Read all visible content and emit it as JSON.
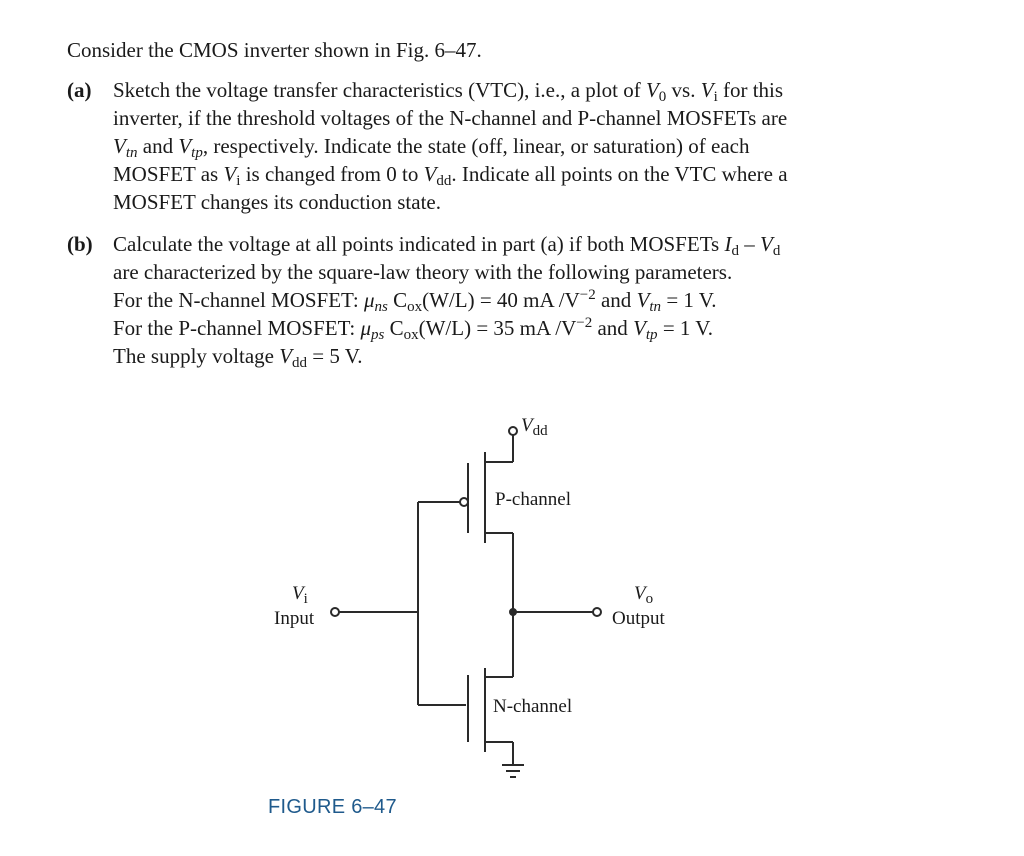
{
  "problem": {
    "intro": "Consider the CMOS inverter shown in Fig. 6–47.",
    "part_a": {
      "label": "(a)",
      "l1_t1": "Sketch the voltage transfer characteristics (VTC), i.e., a plot of ",
      "l1_v": "V",
      "l1_vsub": "0",
      "l1_t2": " vs. ",
      "l1_v2": "V",
      "l1_v2sub": "i",
      "l1_t3": " for this",
      "l2": "inverter, if the threshold voltages of the N-channel and P-channel MOSFETs are",
      "l3_v": "V",
      "l3_vsub": "tn",
      "l3_t1": " and ",
      "l3_v2": "V",
      "l3_v2sub": "tp",
      "l3_t2": ", respectively. Indicate the state (off, linear, or saturation) of each",
      "l4_t1": "MOSFET as ",
      "l4_v": "V",
      "l4_vsub": "i",
      "l4_t2": " is changed from 0 to ",
      "l4_v2": "V",
      "l4_v2sub": "dd",
      "l4_t3": ". Indicate all points on the VTC where a",
      "l5": "MOSFET changes its conduction state."
    },
    "part_b": {
      "label": "(b)",
      "l1_t1": "Calculate the voltage at all points indicated in part (a) if both MOSFETs ",
      "l1_i": "I",
      "l1_isub": "d",
      "l1_dash": " – ",
      "l1_v": "V",
      "l1_vsub": "d",
      "l2": "are characterized by the square-law theory with the following parameters.",
      "l3_t1": "For the N-channel MOSFET: ",
      "l3_mu": "μ",
      "l3_musub": "ns",
      "l3_c": " C",
      "l3_csub": "ox",
      "l3_wl": "(W/L)",
      "l3_t2": " = 40 mA /V",
      "l3_sup": "−2",
      "l3_t3": " and ",
      "l3_v": "V",
      "l3_vsub": "tn",
      "l3_t4": " = 1 V.",
      "l4_t1": "For the P-channel MOSFET: ",
      "l4_mu": "μ",
      "l4_musub": "ps",
      "l4_c": " C",
      "l4_csub": "ox",
      "l4_wl": "(W/L)",
      "l4_t2": " = 35 mA /V",
      "l4_sup": "−2",
      "l4_t3": " and ",
      "l4_v": "V",
      "l4_vsub": "tp",
      "l4_t4": " = 1 V.",
      "l5_t1": "The supply voltage ",
      "l5_v": "V",
      "l5_vsub": "dd",
      "l5_t2": " = 5 V."
    }
  },
  "figure": {
    "vdd_v": "V",
    "vdd_sub": "dd",
    "pchannel": "P-channel",
    "nchannel": "N-channel",
    "vi_v": "V",
    "vi_sub": "i",
    "input": "Input",
    "vo_v": "V",
    "vo_sub": "o",
    "output": "Output",
    "caption": "FIGURE 6–47",
    "caption_color": "#1f5a8c"
  }
}
